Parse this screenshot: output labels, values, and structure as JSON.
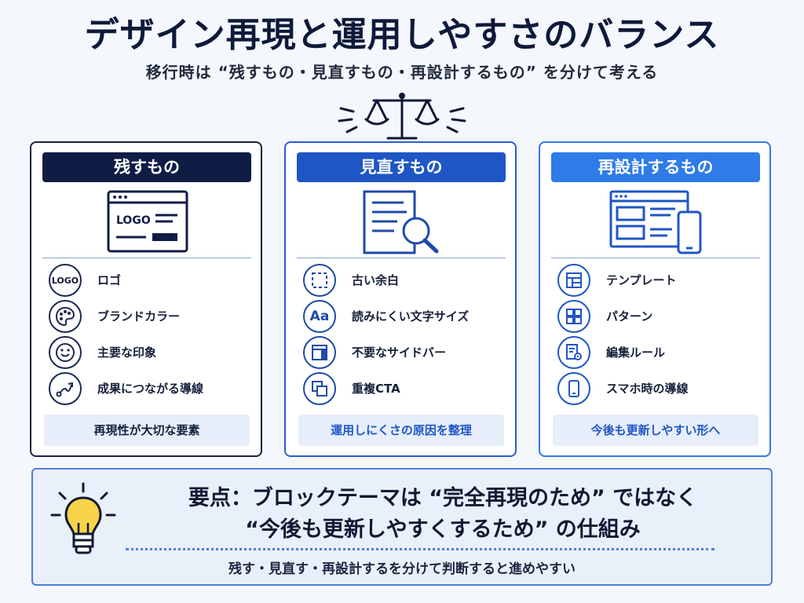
{
  "header": {
    "title": "デザイン再現と運用しやすさのバランス",
    "subtitle": "移行時は “残すもの・見直すもの・再設計するもの” を分けて考える",
    "icon": "balance-scale-icon"
  },
  "colors": {
    "navy": "#0f1d45",
    "blue": "#1f56c6",
    "light_blue": "#2f7be8",
    "footer_bg": "#e7eef9"
  },
  "cards": [
    {
      "title": "残すもの",
      "illustration": "browser-logo-icon",
      "illustration_text": "LOGO",
      "items": [
        {
          "icon": "logo-icon",
          "icon_text": "LOGO",
          "label": "ロゴ"
        },
        {
          "icon": "palette-icon",
          "label": "ブランドカラー"
        },
        {
          "icon": "smile-face-icon",
          "label": "主要な印象"
        },
        {
          "icon": "conversion-path-icon",
          "label": "成果につながる導線"
        }
      ],
      "footer": "再現性が大切な要素"
    },
    {
      "title": "見直すもの",
      "illustration": "document-search-icon",
      "items": [
        {
          "icon": "dashed-square-icon",
          "label": "古い余白"
        },
        {
          "icon": "font-size-icon",
          "icon_text": "Aa",
          "label": "読みにくい文字サイズ"
        },
        {
          "icon": "sidebar-layout-icon",
          "label": "不要なサイドバー"
        },
        {
          "icon": "duplicate-squares-icon",
          "label": "重複CTA"
        }
      ],
      "footer": "運用しにくさの原因を整理"
    },
    {
      "title": "再設計するもの",
      "illustration": "responsive-layout-icon",
      "items": [
        {
          "icon": "template-grid-icon",
          "label": "テンプレート"
        },
        {
          "icon": "pattern-blocks-icon",
          "label": "パターン"
        },
        {
          "icon": "edit-rules-gear-icon",
          "label": "編集ルール"
        },
        {
          "icon": "smartphone-icon",
          "label": "スマホ時の導線"
        }
      ],
      "footer": "今後も更新しやすい形へ"
    }
  ],
  "summary": {
    "icon": "lightbulb-icon",
    "line1": "要点：ブロックテーマは “完全再現のため” ではなく",
    "line2": "“今後も更新しやすくするため” の仕組み",
    "note": "残す・見直す・再設計するを分けて判断すると進めやすい"
  }
}
